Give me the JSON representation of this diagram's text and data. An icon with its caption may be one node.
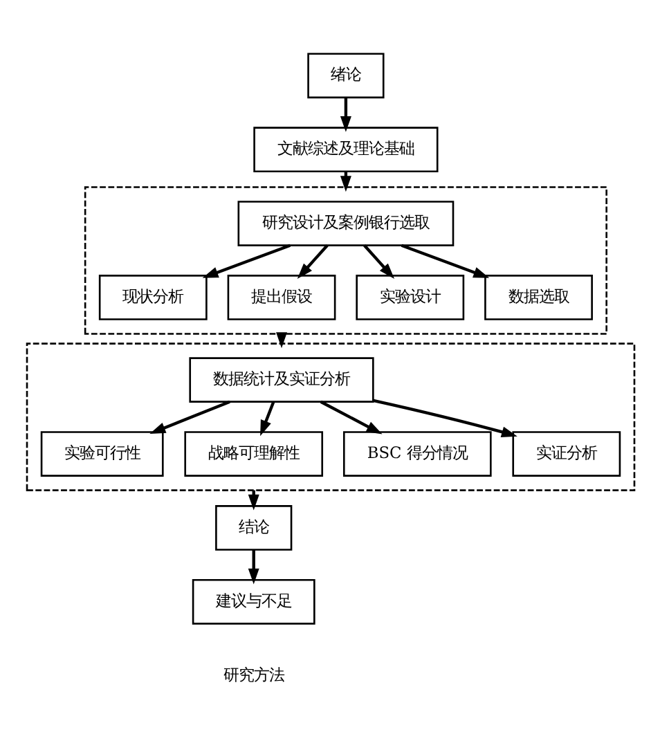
{
  "diagram": {
    "nodes": [
      {
        "text": [
          "绪论"
        ]
      },
      {
        "text": [
          "文献综述及理论基础"
        ]
      },
      {
        "text": [],
        "shape": "box"
      },
      {
        "text": [
          "研究设计及案例银行选取"
        ],
        "in": 2
      },
      {
        "text": [
          "现状分析"
        ],
        "in": 2
      },
      {
        "text": [
          "提出假设"
        ],
        "in": 2
      },
      {
        "text": [
          "实验设计"
        ],
        "in": 2
      },
      {
        "text": [
          "数据选取"
        ],
        "in": 2
      },
      {
        "text": [],
        "shape": "box"
      },
      {
        "text": [
          "数据统计及实证分析"
        ],
        "in": 8
      },
      {
        "text": [
          "实验可行性"
        ],
        "in": 8
      },
      {
        "text": [
          "战略可理解性"
        ],
        "in": 8
      },
      {
        "text": [
          "BSC 得分情况"
        ],
        "in": 8
      },
      {
        "text": [
          "实证分析"
        ],
        "in": 8
      },
      {
        "text": [
          "结论"
        ]
      },
      {
        "text": [
          "建议与不足"
        ]
      }
    ],
    "edges": [
      {
        "from": 0,
        "to": 1,
        "arrow": "to"
      },
      {
        "from": 1,
        "to": 2,
        "arrow": "to"
      },
      {
        "from": 3,
        "to": 4,
        "arrow": "to"
      },
      {
        "from": 3,
        "to": 5,
        "arrow": "to"
      },
      {
        "from": 3,
        "to": 6,
        "arrow": "to"
      },
      {
        "from": 3,
        "to": 7,
        "arrow": "to"
      },
      {
        "from": 2,
        "to": 8,
        "arrow": "to"
      },
      {
        "from": 9,
        "to": 10,
        "arrow": "to"
      },
      {
        "from": 9,
        "to": 11,
        "arrow": "to"
      },
      {
        "from": 9,
        "to": 12,
        "arrow": "to"
      },
      {
        "from": 9,
        "to": 13,
        "arrow": "to"
      },
      {
        "from": 8,
        "to": 14,
        "arrow": "to"
      },
      {
        "from": 14,
        "to": 15,
        "arrow": "to"
      }
    ],
    "labels": [
      "研究方法"
    ]
  }
}
